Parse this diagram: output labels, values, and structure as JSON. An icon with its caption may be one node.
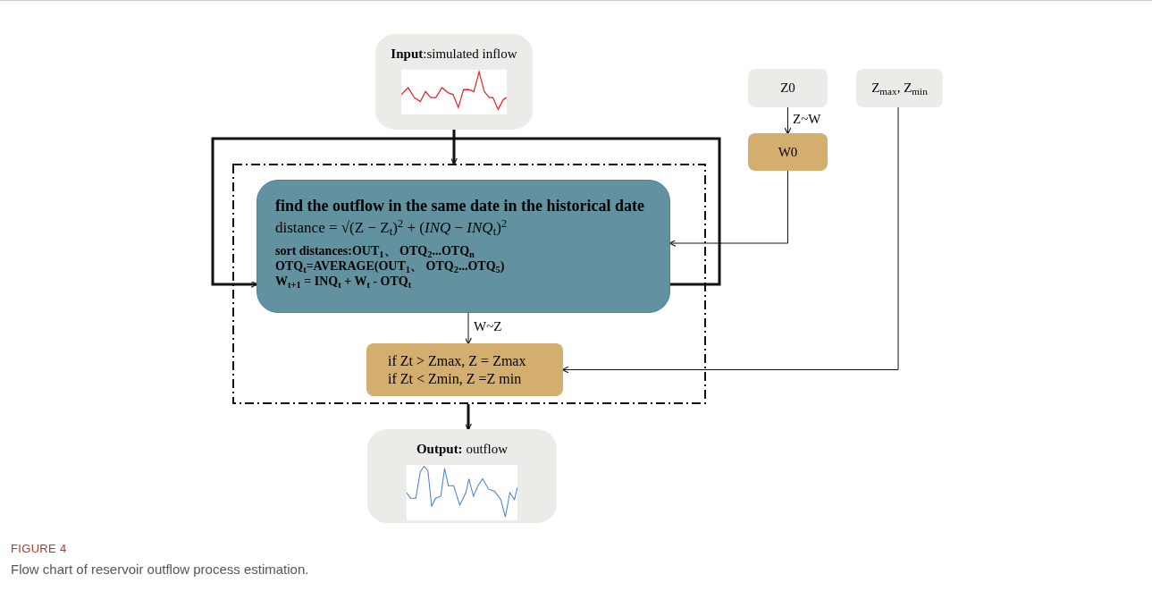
{
  "diagram": {
    "title": "FIGURE 4",
    "caption": "Flow chart of reservoir outflow process estimation.",
    "nodes": [
      {
        "text": [
          "**Input**:simulated inflow"
        ]
      },
      {
        "text": [],
        "shape": "box"
      },
      {
        "text": [
          "find the outflow in the same date in the historical date",
          "distance = √(Z − Z$_{t}$)$^{2}$ + (*INQ* − *INQ*$_{t}$)$^{2}$",
          "sort distances:OUT$_{1}$、 OTQ$_{2}$...OTQ$_{n}$",
          "OTQ$_{t}$=AVERAGE(OUT$_{1}$、 OTQ$_{2}$...OTQ$_{5}$)",
          "W$_{t+1}$ = INQ$_{t}$ + W$_{t}$ - OTQ$_{t}$"
        ],
        "in": 1
      },
      {
        "text": [
          "if Zt > Zmax, Z = Zmax",
          "if Zt < Zmin, Z =Z min"
        ],
        "in": 1
      },
      {
        "text": [
          "**Output:** outflow"
        ]
      },
      {
        "text": [
          "Z0"
        ]
      },
      {
        "text": [
          "W0"
        ]
      },
      {
        "text": [
          "Z$_{max}$, Z$_{min}$"
        ]
      }
    ],
    "edges": [
      {
        "from": 0,
        "to": 1,
        "arrow": "to",
        "style": "thick"
      },
      {
        "from": 2,
        "to": 2,
        "arrow": "to",
        "style": "thick"
      },
      {
        "from": 5,
        "to": 6,
        "arrow": "to",
        "label": "Z~W"
      },
      {
        "from": 6,
        "to": 2,
        "arrow": "to"
      },
      {
        "from": 2,
        "to": 3,
        "arrow": "to",
        "label": "W~Z"
      },
      {
        "from": 7,
        "to": 3,
        "arrow": "to"
      },
      {
        "from": 1,
        "to": 4,
        "arrow": "to",
        "style": "thick"
      }
    ]
  }
}
